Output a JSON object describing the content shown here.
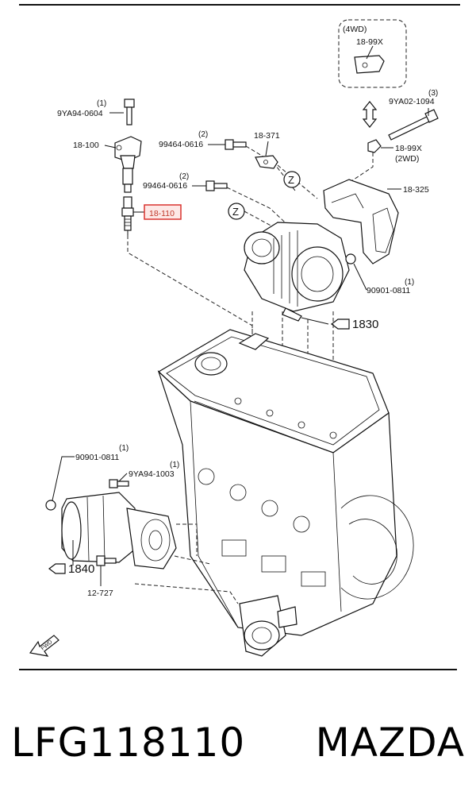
{
  "callouts": {
    "bolt_top": {
      "qty": "(1)",
      "pn": "9YA94-0604"
    },
    "coil": {
      "pn": "18-100"
    },
    "spark_plug": {
      "pn": "18-110",
      "highlight_color": "#c0392b"
    },
    "stud_a": {
      "qty": "(2)",
      "pn": "99464-0616"
    },
    "stud_b": {
      "qty": "(2)",
      "pn": "99464-0616"
    },
    "bracket_371": {
      "pn": "18-371"
    },
    "bracket_4wd": {
      "group": "(4WD)",
      "pn": "18-99X"
    },
    "long_bolt": {
      "qty": "(3)",
      "pn": "9YA02-1094"
    },
    "bracket_2wd": {
      "pn": "18-99X",
      "note": "(2WD)"
    },
    "cover": {
      "pn": "18-325"
    },
    "nut_alt": {
      "qty": "(1)",
      "pn": "90901-0811"
    },
    "ref_alt": {
      "pn": "1830"
    },
    "nut_starter": {
      "qty": "(1)",
      "pn": "90901-0811"
    },
    "bolt_starter": {
      "qty": "(1)",
      "pn": "9YA94-1003"
    },
    "ref_starter": {
      "pn": "1840"
    },
    "bolt_727": {
      "pn": "12-727"
    },
    "z1": "Z",
    "z2": "Z",
    "fwd": "FWD"
  },
  "footer": {
    "part_number": "LFG118110",
    "brand": "MAZDA"
  }
}
